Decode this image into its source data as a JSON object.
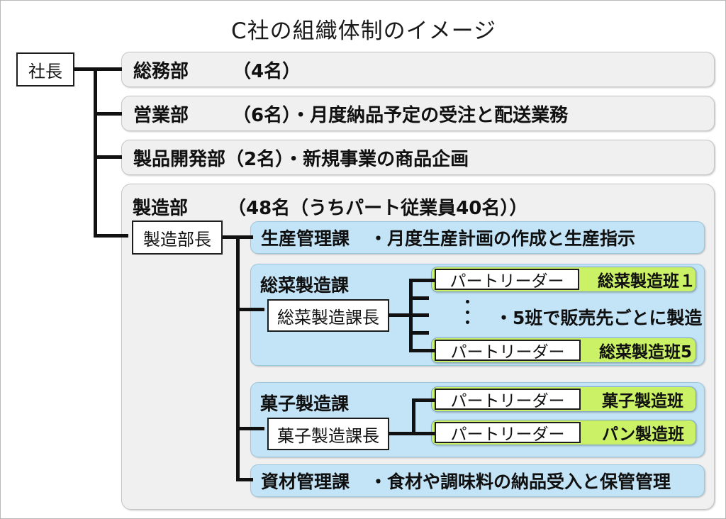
{
  "title": "C社の組織体制のイメージ",
  "root": {
    "label": "社長"
  },
  "departments": [
    {
      "name": "総務部",
      "detail": "（4名）"
    },
    {
      "name": "営業部",
      "detail": "（6名）・月度納品予定の受注と配送業務"
    },
    {
      "name": "製品開発部",
      "detail": "（2名）・新規事業の商品企画"
    },
    {
      "name": "製造部",
      "detail": "（48名（うちパート従業員40名））"
    }
  ],
  "manufacturing": {
    "manager": "製造部長",
    "sections": [
      {
        "name": "生産管理課",
        "detail": "・月度生産計画の作成と生産指示"
      },
      {
        "name": "総菜製造課",
        "manager": "総菜製造課長",
        "teams": [
          {
            "leader": "パートリーダー",
            "name": "総菜製造班１"
          },
          {
            "leader": "パートリーダー",
            "name": "総菜製造班5"
          }
        ],
        "note": "・5班で販売先ごとに製造"
      },
      {
        "name": "菓子製造課",
        "manager": "菓子製造課長",
        "teams": [
          {
            "leader": "パートリーダー",
            "name": "菓子製造班"
          },
          {
            "leader": "パートリーダー",
            "name": "パン製造班"
          }
        ]
      },
      {
        "name": "資材管理課",
        "detail": "・食材や調味料の納品受入と保管管理"
      }
    ]
  },
  "colors": {
    "dept_fill": "#f0f0f0",
    "section_fill": "#c3e3f6",
    "team_fill": "#cbf267",
    "line": "#111111",
    "text": "#101010"
  }
}
